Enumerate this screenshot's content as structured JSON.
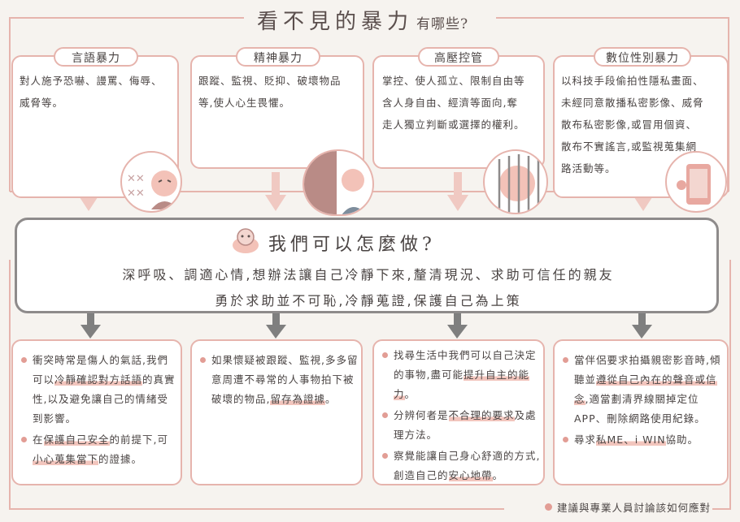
{
  "title": {
    "main": "看不見的暴力",
    "sub": "有哪些?"
  },
  "top_cards": [
    {
      "label": "言語暴力",
      "lines": [
        "對人施予恐嚇、謾罵、侮辱、",
        "威脅等。"
      ]
    },
    {
      "label": "精神暴力",
      "lines": [
        "跟蹤、監視、貶抑、破壞物品",
        "等,使人心生畏懼。"
      ]
    },
    {
      "label": "高壓控管",
      "lines": [
        "掌控、使人孤立、限制自由等",
        "含人身自由、經濟等面向,奪",
        "走人獨立判斷或選擇的權利。"
      ]
    },
    {
      "label": "數位性別暴力",
      "lines": [
        "以科技手段偷拍性隱私畫面、",
        "未經同意散播私密影像、威脅",
        "散布私密影像,或冒用個資、",
        "散布不實謠言,或監視蒐集網",
        "路活動等。"
      ]
    }
  ],
  "banner": {
    "title": "我們可以怎麼做?",
    "line1": "深呼吸、調適心情,想辦法讓自己冷靜下來,釐清現況、求助可信任的親友",
    "line2": "勇於求助並不可恥,冷靜蒐證,保護自己為上策"
  },
  "bottom_cards": [
    {
      "items": [
        [
          "衝突時常是傷人的氣話,我",
          "們可以",
          {
            "hl": "冷靜確認對方話語"
          },
          "的",
          "真實性,以及避免讓自己的",
          "情緒受到影響。"
        ],
        [
          "在",
          {
            "hl": "保護自己安全"
          },
          "的前提下,",
          "可",
          {
            "hl": "小心蒐集當下"
          },
          "的證據。"
        ]
      ]
    },
    {
      "items": [
        [
          "如果懷疑被跟蹤、監視,多",
          "多留意周遭不尋常的人事物",
          "拍下被破壞的物品,",
          {
            "hl": "留存為"
          },
          {
            "hl": "證據"
          },
          "。"
        ]
      ]
    },
    {
      "items": [
        [
          "找尋生活中我們可以自己決",
          "定的事物,盡可能",
          {
            "hl": "提升自主"
          },
          {
            "hl": "的能力"
          },
          "。"
        ],
        [
          "分辨何者是",
          {
            "hl": "不合理的要求"
          },
          "及",
          "處理方法。"
        ],
        [
          "察覺能讓自己身心舒適的方",
          "式,創造自己的",
          {
            "hl": "安心地帶"
          },
          "。"
        ]
      ]
    },
    {
      "items": [
        [
          "當伴侶要求拍攝親密影音",
          "時,傾聽並",
          {
            "hl": "遵從自己內在的"
          },
          {
            "hl": "聲音或信念"
          },
          ",適當劃清界線",
          "關掉定位APP、刪除網路使",
          "用紀錄。"
        ],
        [
          "尋求",
          {
            "hl": "私ME、i WIN"
          },
          "協助。"
        ]
      ]
    }
  ],
  "footer": "建議與專業人員討論該如何應對",
  "colors": {
    "accent": "#e6b4ad",
    "dot": "#e29d95",
    "banner_border": "#8e8b8b",
    "arrow_top": "#f0c9c2",
    "arrow_bottom": "#7f7f7f"
  }
}
